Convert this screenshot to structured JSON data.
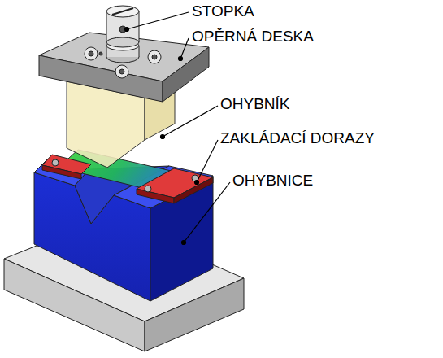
{
  "diagram": {
    "labels": [
      "STOPKA",
      "OPĚRNÁ DESKA",
      "OHYBNÍK",
      "ZAKLÁDACÍ DORAZY",
      "OHYBNICE"
    ]
  }
}
